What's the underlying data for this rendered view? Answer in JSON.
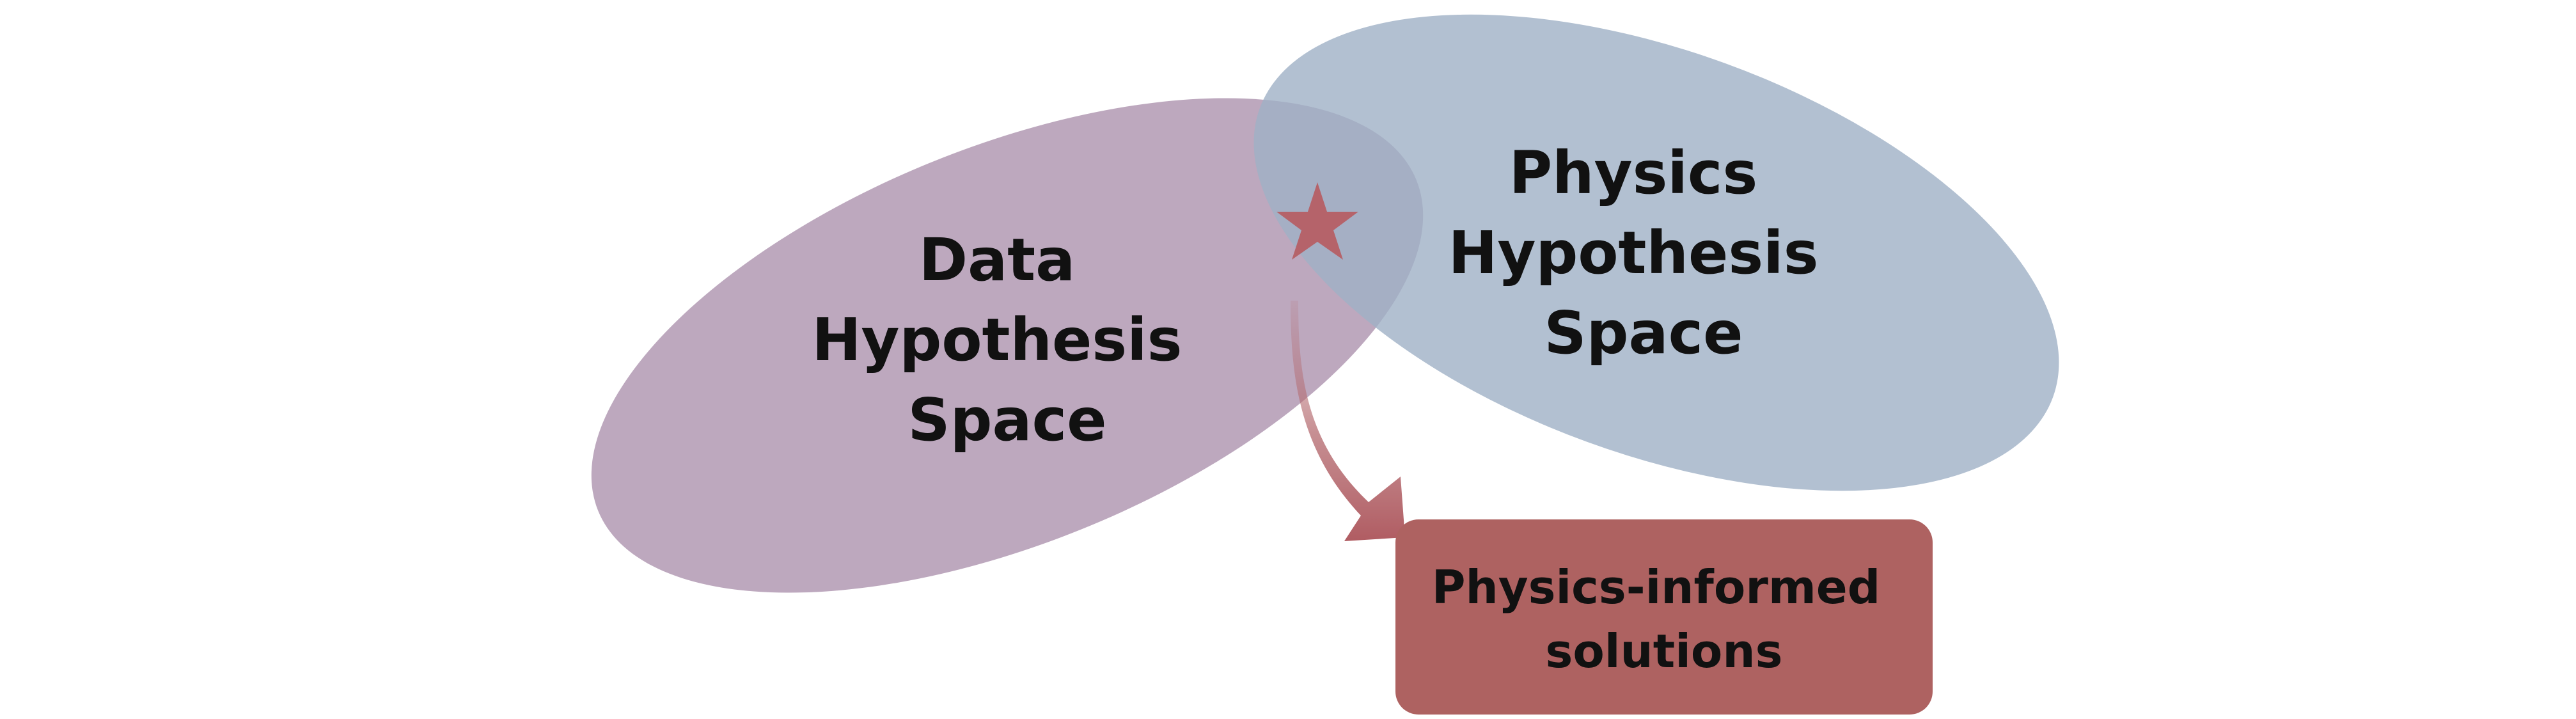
{
  "diagram": {
    "data_space": {
      "lines": [
        "Data",
        "Hypothesis",
        "Space"
      ],
      "color": "#b9a3ba"
    },
    "physics_space": {
      "lines": [
        "Physics",
        "Hypothesis",
        "Space"
      ],
      "color": "#a3b1c6"
    },
    "intersection_marker": {
      "icon": "star-icon",
      "color": "#b5636a"
    },
    "arrow": {
      "icon": "curved-arrow-icon",
      "color": "#b46a6f"
    },
    "result_box": {
      "lines": [
        "Physics-informed",
        "solutions"
      ],
      "color": "#ae6261"
    }
  }
}
